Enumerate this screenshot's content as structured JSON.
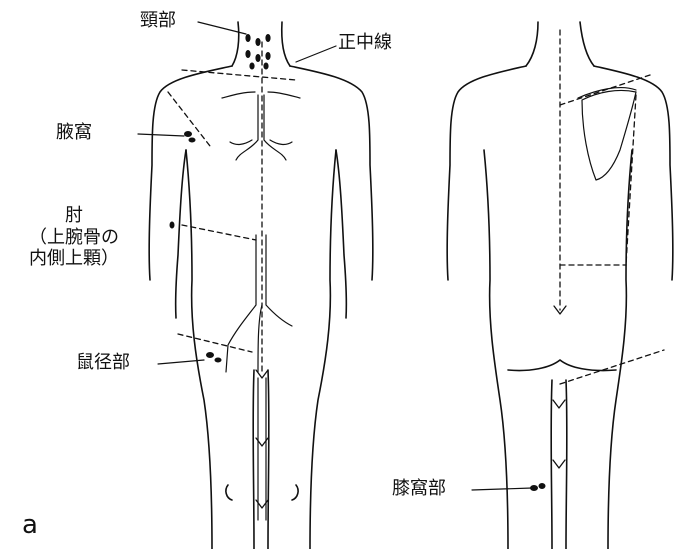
{
  "labels": {
    "head": "頸部",
    "midline": "正中線",
    "axilla": "腋窩",
    "elbow_line1": "肘",
    "elbow_line2": "（上腕骨の",
    "elbow_line3": "内側上顆）",
    "groin": "鼠径部",
    "popliteal": "膝窩部"
  },
  "panel_label": "a"
}
